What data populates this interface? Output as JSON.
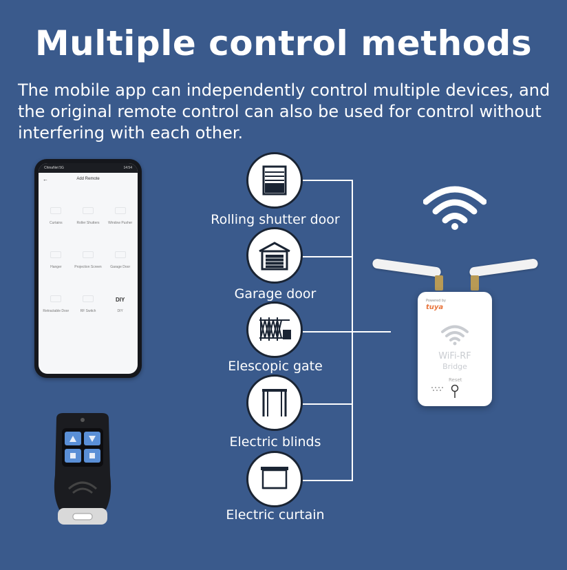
{
  "header": {
    "title": "Multiple control methods",
    "subtitle": "The mobile app can independently control multiple devices, and the original remote control can also be used for control without interfering with each other."
  },
  "phone": {
    "status_left": "ChinaNet 5G",
    "status_right": "14:54",
    "app_title": "Add Remote",
    "grid": [
      {
        "label": "Curtains",
        "icon": "curtain-icon"
      },
      {
        "label": "Roller Shutters",
        "icon": "shutter-icon"
      },
      {
        "label": "Window Pusher",
        "icon": "window-icon"
      },
      {
        "label": "Hanger",
        "icon": "hanger-icon"
      },
      {
        "label": "Projection Screen",
        "icon": "screen-icon"
      },
      {
        "label": "Garage Door",
        "icon": "garage-icon"
      },
      {
        "label": "Retractable Door",
        "icon": "gate-icon"
      },
      {
        "label": "RF Switch",
        "icon": "switch-icon"
      },
      {
        "label": "DIY",
        "icon": "diy-icon",
        "icon_text": "DIY"
      }
    ]
  },
  "devices": [
    {
      "label": "Rolling shutter door",
      "icon": "rolling-shutter-icon"
    },
    {
      "label": "Garage door",
      "icon": "garage-door-icon"
    },
    {
      "label": "Elescopic gate",
      "icon": "telescopic-gate-icon"
    },
    {
      "label": "Electric blinds",
      "icon": "blinds-icon"
    },
    {
      "label": "Electric curtain",
      "icon": "curtain-icon"
    }
  ],
  "bridge": {
    "powered_by": "Powered by",
    "brand": "tuya",
    "name_line1": "WiFi-RF",
    "name_line2": "Bridge",
    "reset_label": "Reset"
  },
  "colors": {
    "background": "#3a5a8c",
    "icon_outline": "#1a2433"
  }
}
